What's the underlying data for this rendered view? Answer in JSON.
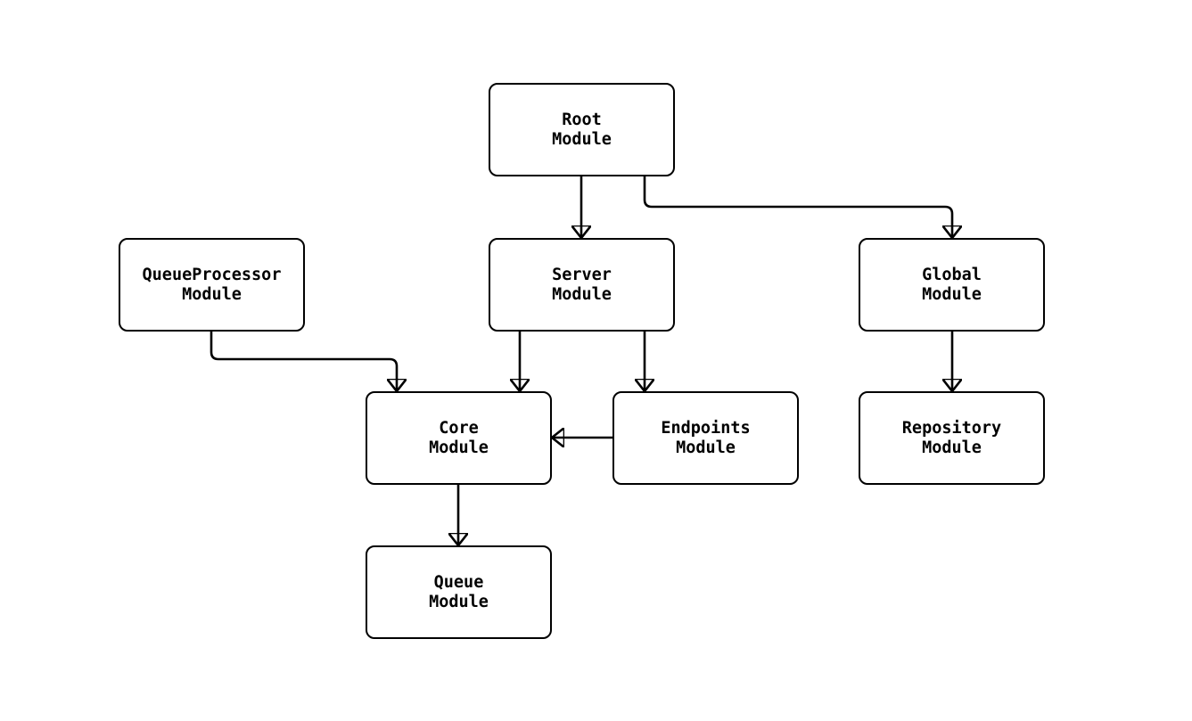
{
  "diagram": {
    "type": "module-dependency-graph",
    "background_color": "#ffffff",
    "line_color": "#000000",
    "text_color": "#000000",
    "nodes": {
      "root": {
        "line1": "Root",
        "line2": "Module"
      },
      "queue_processor": {
        "line1": "QueueProcessor",
        "line2": "Module"
      },
      "server": {
        "line1": "Server",
        "line2": "Module"
      },
      "global": {
        "line1": "Global",
        "line2": "Module"
      },
      "core": {
        "line1": "Core",
        "line2": "Module"
      },
      "endpoints": {
        "line1": "Endpoints",
        "line2": "Module"
      },
      "repository": {
        "line1": "Repository",
        "line2": "Module"
      },
      "queue": {
        "line1": "Queue",
        "line2": "Module"
      }
    },
    "edges": [
      {
        "from": "Root Module",
        "to": "Server Module"
      },
      {
        "from": "Root Module",
        "to": "Global Module"
      },
      {
        "from": "Server Module",
        "to": "Core Module"
      },
      {
        "from": "Server Module",
        "to": "Endpoints Module"
      },
      {
        "from": "QueueProcessor Module",
        "to": "Core Module"
      },
      {
        "from": "Endpoints Module",
        "to": "Core Module"
      },
      {
        "from": "Global Module",
        "to": "Repository Module"
      },
      {
        "from": "Core Module",
        "to": "Queue Module"
      }
    ]
  }
}
